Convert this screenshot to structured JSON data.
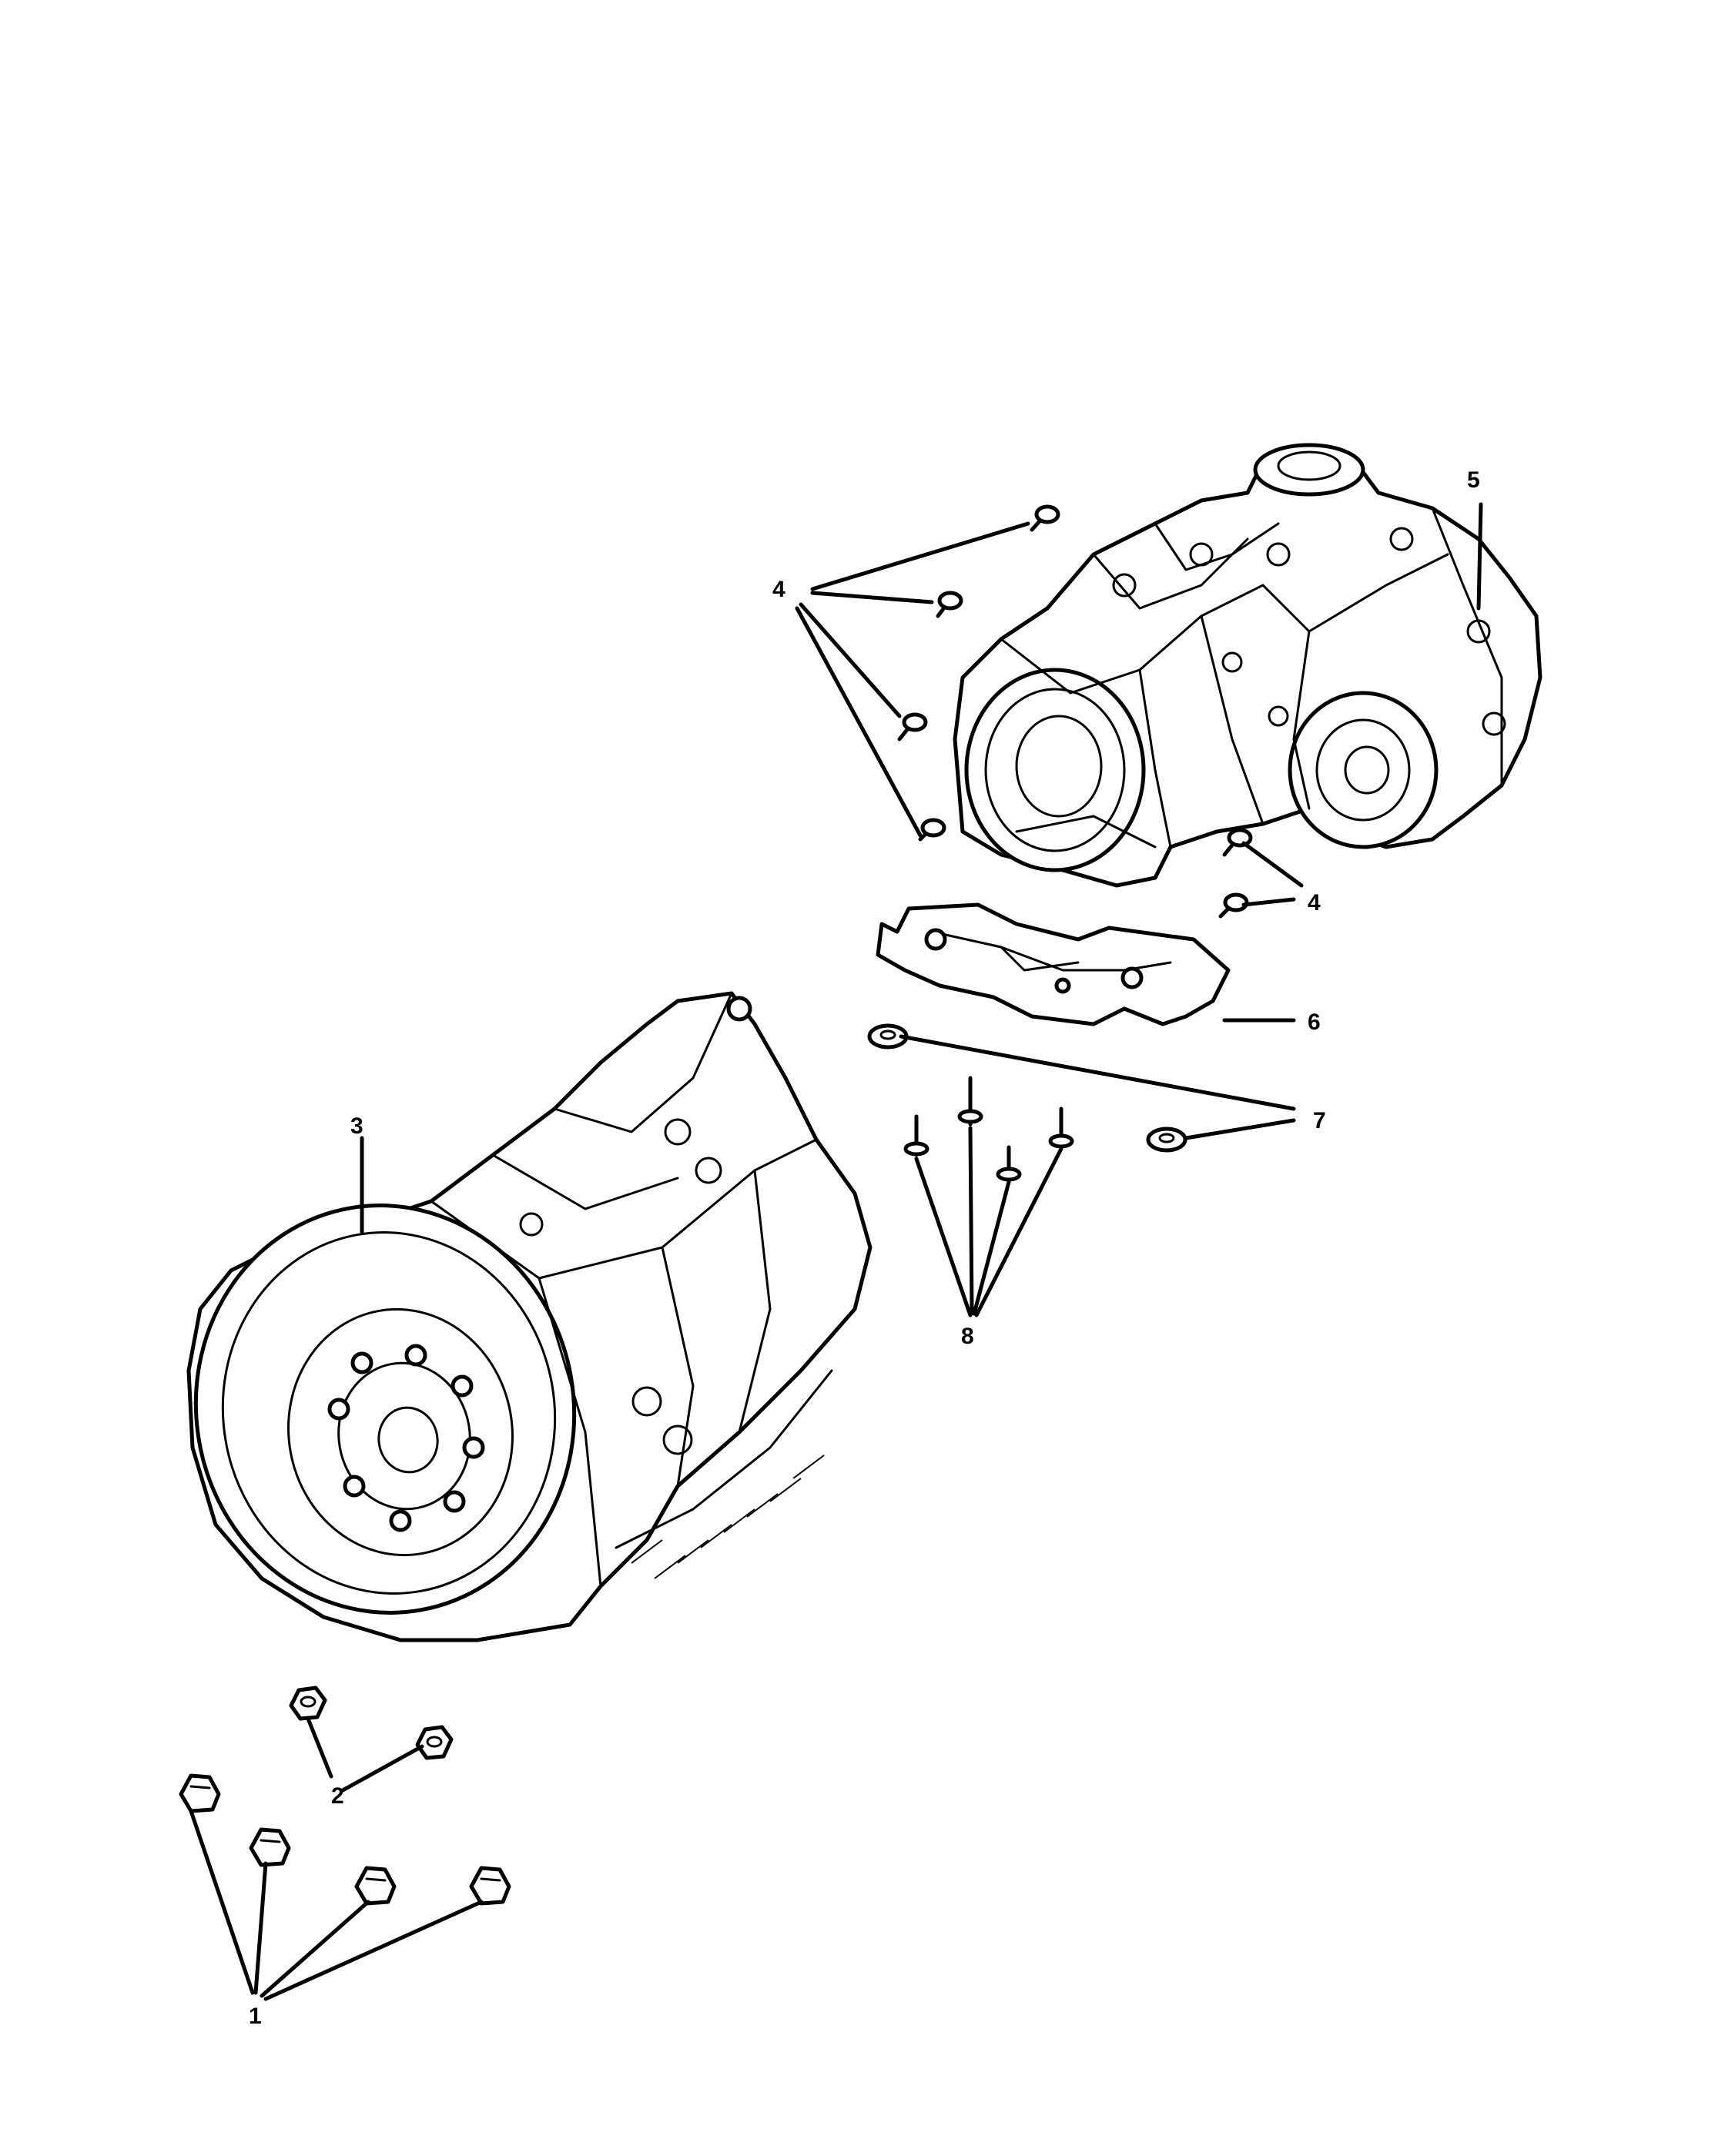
{
  "callouts": {
    "c1": "1",
    "c2": "2",
    "c3": "3",
    "c4a": "4",
    "c4b": "4",
    "c5": "5",
    "c6": "6",
    "c7": "7",
    "c8": "8"
  }
}
